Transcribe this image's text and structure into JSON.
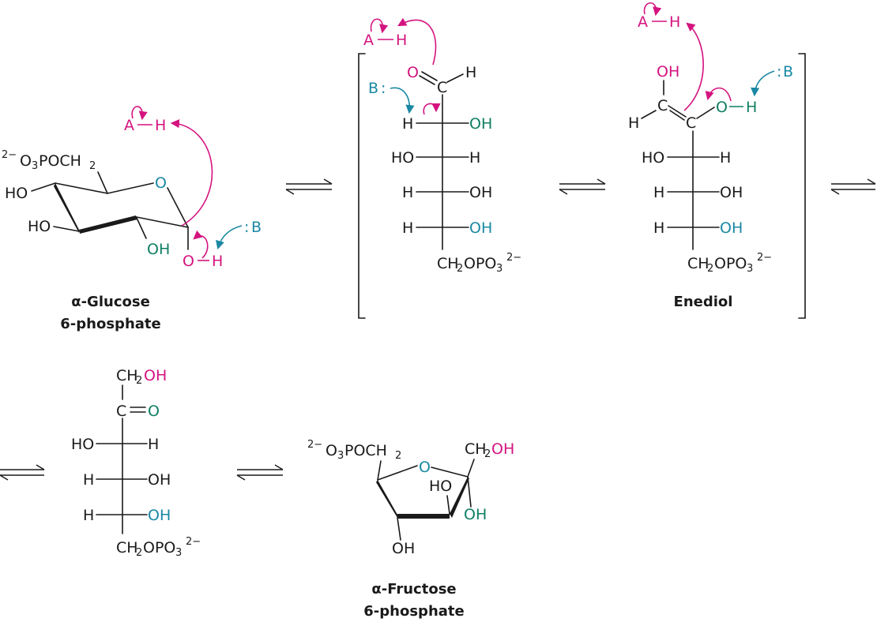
{
  "labels": {
    "glucose_line1": "α-Glucose",
    "glucose_line2": "6-phosphate",
    "enediol": "Enediol",
    "fructose_line1": "α-Fructose",
    "fructose_line2": "6-phosphate"
  },
  "atoms": {
    "A": "A",
    "H": "H",
    "B": "B",
    "O": "O",
    "C": "C",
    "OH": "OH",
    "HO": "HO",
    "CH": "CH",
    "two": "2",
    "three": "3",
    "OPO": "OPO",
    "O3POCH": "O",
    "POCH": "POCH",
    "charge": "2−",
    "lone_pair": ":"
  },
  "colors": {
    "magenta": "#d4147f",
    "green": "#0f7f63",
    "blue": "#1b88a3",
    "black": "#1a1a1a"
  }
}
